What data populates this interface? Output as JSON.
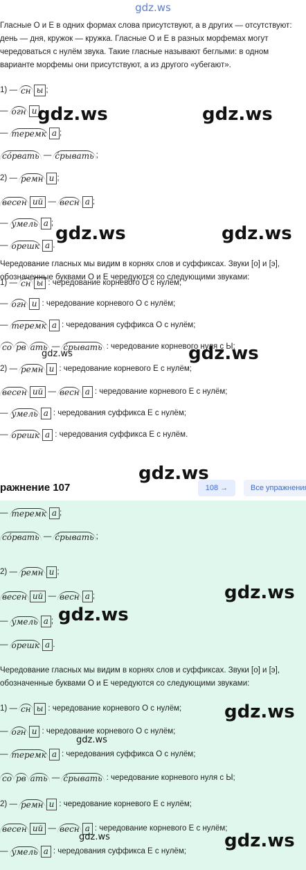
{
  "watermark": "gdz.ws",
  "intro": "Гласные О и Е в одних формах слова присутствуют, а в других — отсутствуют: день — дня, кружок — кружка. Гласные О и Е в разных морфемах могут чередоваться с нулём звука. Такие гласные называют беглыми: в одном варианте морфемы они присутствуют, а из другого «убегают».",
  "explain": "Чередование гласных мы видим в корнях слов и суффиксах. Звуки [о] и [э], обозначенные буквами О и Е чередуются со следующими звуками:",
  "marks": {
    "dash": "—",
    "colon": ":",
    "semi": ";",
    "dot": "."
  },
  "list1": {
    "n1": "1)",
    "n2": "2)",
    "sn": "сн",
    "y": "ы",
    "ogn": "огн",
    "i": "и",
    "terem": "терем",
    "k": "к",
    "a": "а",
    "sorvat": "со́рвать",
    "sryvat": "с́рывать",
    "remn": "ремн",
    "vesen": "весен",
    "iy": "ий",
    "vesn": "весн",
    "umel": "умель",
    "oresh": "ореш"
  },
  "list2": {
    "n1": "1)",
    "n2": "2)",
    "sn": "сн",
    "y": "ы",
    "ogn": "огн",
    "i": "и",
    "terem": "терем",
    "a": "а",
    "so": "со",
    "rv": "рв",
    "at": "ать",
    "sryvat": "с́рывать",
    "remn": "ремн",
    "vesen": "весен",
    "iy": "ий",
    "vesn": "весн",
    "umel": "умель",
    "oresh": "ореш",
    "n_root_o": ": чередование корневого О с нулём;",
    "n_suf_o": ": чередования суффикса О с нулём;",
    "n_root_zero": ": чередование корневого нуля с Ы;",
    "n_root_e": ": чередование корневого Е с нулём;",
    "n_suf_e": ": чередования суффикса Е с нулём;",
    "n_suf_e_end": ": чередования суффикса Е с нулём."
  },
  "nav": {
    "title": "ражнение 107",
    "next": "108 →",
    "all": "Все упражнения"
  }
}
